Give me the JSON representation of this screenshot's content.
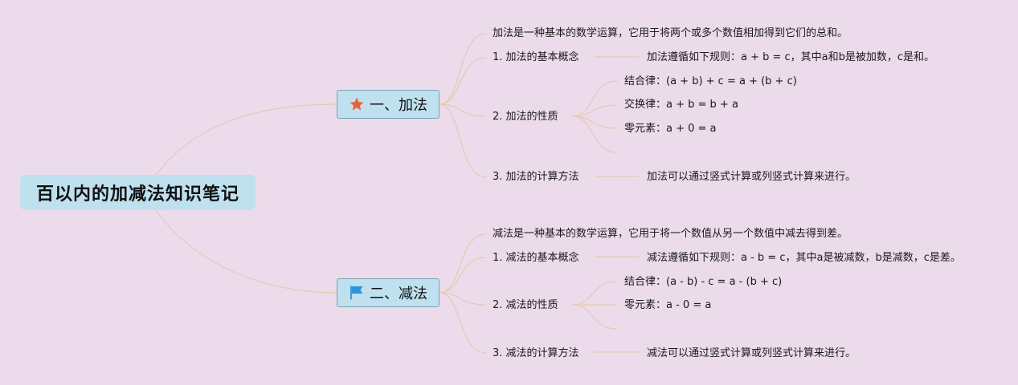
{
  "root": {
    "title": "百以内的加减法知识笔记"
  },
  "branches": [
    {
      "label": "一、加法",
      "icon": "star-icon",
      "icon_color": "#e8623a",
      "intro": "加法是一种基本的数学运算，它用于将两个或多个数值相加得到它们的总和。",
      "concept": {
        "label": "1. 加法的基本概念",
        "detail": "加法遵循如下规则：a + b = c，其中a和b是被加数，c是和。"
      },
      "properties": {
        "label": "2. 加法的性质",
        "items": [
          "结合律：(a + b) + c = a + (b + c)",
          "交换律：a + b = b + a",
          "零元素：a + 0 = a"
        ]
      },
      "method": {
        "label": "3. 加法的计算方法",
        "detail": "加法可以通过竖式计算或列竖式计算来进行。"
      }
    },
    {
      "label": "二、减法",
      "icon": "flag-icon",
      "icon_color": "#2e93d8",
      "intro": "减法是一种基本的数学运算，它用于将一个数值从另一个数值中减去得到差。",
      "concept": {
        "label": "1. 减法的基本概念",
        "detail": "减法遵循如下规则：a - b = c，其中a是被减数，b是减数，c是差。"
      },
      "properties": {
        "label": "2. 减法的性质",
        "items": [
          "结合律：(a - b) - c = a - (b + c)",
          "零元素：a - 0 = a"
        ]
      },
      "method": {
        "label": "3. 减法的计算方法",
        "detail": "减法可以通过竖式计算或列竖式计算来进行。"
      }
    }
  ],
  "colors": {
    "background": "#ecdbea",
    "node_fill": "#bfe0ef",
    "node_border": "#7aa3b3",
    "connector": "#e6c9b4"
  }
}
